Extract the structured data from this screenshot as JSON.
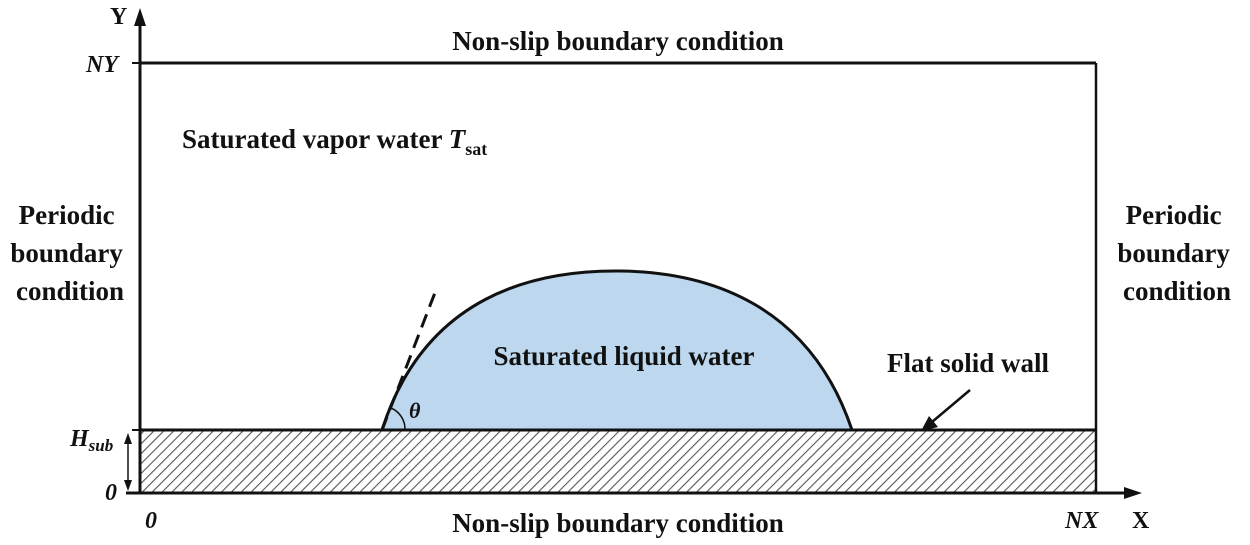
{
  "labels": {
    "y_axis": "Y",
    "x_axis": "X",
    "ny": "NY",
    "nx": "NX",
    "origin_x": "0",
    "origin_y": "0",
    "h_sub_main": "H",
    "h_sub_sub": "sub",
    "top_boundary": "Non-slip boundary condition",
    "bottom_boundary": "Non-slip boundary condition",
    "left_boundary": [
      "Periodic",
      "boundary",
      "condition"
    ],
    "right_boundary": [
      "Periodic",
      "boundary",
      "condition"
    ],
    "vapor_text": "Saturated vapor water ",
    "vapor_symbol": "T",
    "vapor_subscript": "sat",
    "liquid": "Saturated liquid water",
    "wall": "Flat solid wall",
    "contact_angle": "θ"
  },
  "colors": {
    "droplet_fill": "#bcd7ee",
    "line": "#111111",
    "hatch": "#555555",
    "background": "#ffffff"
  }
}
